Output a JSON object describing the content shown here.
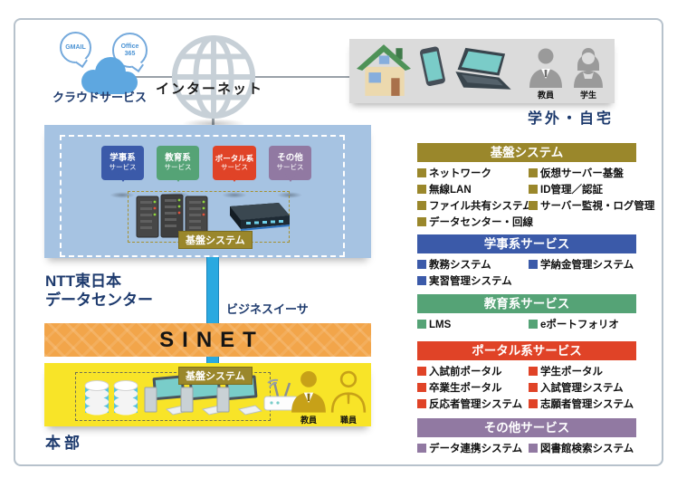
{
  "cloud": {
    "bubble1": "GMAIL",
    "bubble2_line1": "Office",
    "bubble2_line2": "365",
    "label": "クラウドサービス"
  },
  "internet": {
    "label": "インターネット"
  },
  "offsite": {
    "caption": "学外・自宅",
    "person1": "教員",
    "person2": "学生"
  },
  "datacenter": {
    "name_line1": "NTT東日本",
    "name_line2": "データセンター",
    "core_label": "基盤システム",
    "bubbles": [
      {
        "line1": "学事系",
        "line2": "サービス",
        "color": "#3b5aa9"
      },
      {
        "line1": "教育系",
        "line2": "サービス",
        "color": "#55a376"
      },
      {
        "line1": "ポータル系",
        "line2": "サービス",
        "color": "#e04327"
      },
      {
        "line1": "その他",
        "line2": "サービス",
        "color": "#9179a2"
      }
    ]
  },
  "network": {
    "line_label": "ビジネスイーサ",
    "sinet_label": "SINET"
  },
  "campus": {
    "caption": "本部",
    "core_label": "基盤システム",
    "person1": "教員",
    "person2": "職員"
  },
  "legend_sections": [
    {
      "title": "基盤システム",
      "color": "#9a872b",
      "items": [
        "ネットワーク",
        "仮想サーバー基盤",
        "無線LAN",
        "ID管理／認証",
        "ファイル共有システム",
        "サーバー監視・ログ管理",
        "データセンター・回線"
      ]
    },
    {
      "title": "学事系サービス",
      "color": "#3b5aa9",
      "items": [
        "教務システム",
        "学納金管理システム",
        "実習管理システム"
      ]
    },
    {
      "title": "教育系サービス",
      "color": "#55a376",
      "items": [
        "LMS",
        "eポートフォリオ"
      ]
    },
    {
      "title": "ポータル系サービス",
      "color": "#e04327",
      "items": [
        "入試前ポータル",
        "学生ポータル",
        "卒業生ポータル",
        "入試管理システム",
        "反応者管理システム",
        "志願者管理システム"
      ]
    },
    {
      "title": "その他サービス",
      "color": "#9179a2",
      "items": [
        "データ連携システム",
        "図書館検索システム"
      ]
    }
  ]
}
